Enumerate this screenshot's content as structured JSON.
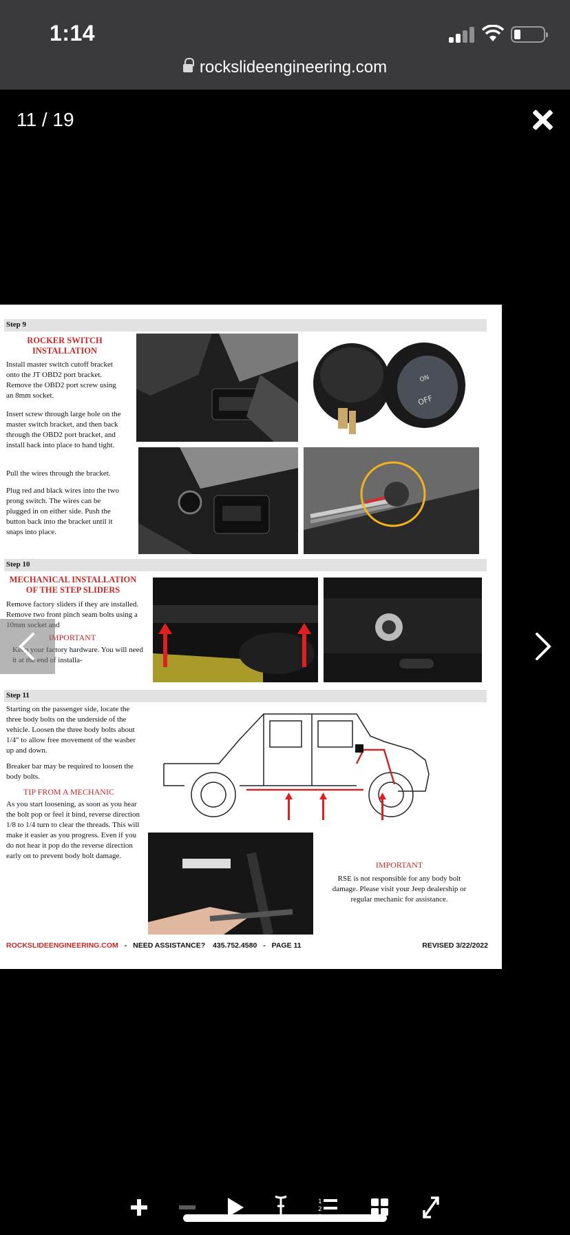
{
  "status_bar": {
    "time": "1:14",
    "url": "rockslideengineering.com"
  },
  "viewer": {
    "page_counter": "11 / 19"
  },
  "document": {
    "step9": {
      "header": "Step 9",
      "heading": "ROCKER SWITCH INSTALLATION",
      "p1": "Install master switch cutoff bracket onto the JT OBD2 port bracket. Remove the OBD2 port screw using an 8mm socket.",
      "p2": "Insert screw through large hole on the master switch bracket, and then back through the OBD2 port bracket, and install back into place to hand tight.",
      "p3": "Pull the wires through the bracket.",
      "p4": "Plug red and black wires into the two prong switch. The wires can be plugged in on either side. Push the button back into the bracket until it snaps into place.",
      "switch_on": "ON",
      "switch_off": "OFF"
    },
    "step10": {
      "header": "Step 10",
      "heading": "MECHANICAL INSTALLATION OF THE STEP SLIDERS",
      "p1": "Remove factory sliders if they are installed. Remove two front pinch seam bolts using a 10mm socket and",
      "important": "IMPORTANT",
      "p2": "Keep your factory hardware. You will need it at the end of installa-"
    },
    "step11": {
      "header": "Step 11",
      "p1": "Starting on the passenger side, locate the three body bolts on the underside of the vehicle. Loosen the three body bolts about 1/4\" to allow free movement of the washer up and down.",
      "p2": "Breaker bar may be required to loosen the body bolts.",
      "tip": "TIP FROM A MECHANIC",
      "p3": "As you start loosening, as soon as you hear the bolt pop or feel it bind, reverse direction 1/8 to 1/4 turn to clear the threads. This will make it easier as you progress. Even if you do not hear it pop do the reverse direction early on to prevent body bolt damage.",
      "important": "IMPORTANT",
      "important_text": "RSE is not responsible for any body bolt damage. Please visit your Jeep dealership or regular mechanic for assistance."
    },
    "footer": {
      "site": "ROCKSLIDEENGINEERING.COM",
      "sep": "-",
      "assist": "NEED ASSISTANCE?",
      "phone": "435.752.4580",
      "page": "PAGE 11",
      "revised": "REVISED 3/22/2022"
    }
  },
  "colors": {
    "status_bg": "#3a3a3c",
    "accent_red": "#c62828",
    "circle_yellow": "#f5b21b"
  },
  "icons": {
    "toolbar": [
      "zoom-in-icon",
      "zoom-out-icon",
      "play-icon",
      "text-cursor-icon",
      "numbered-list-icon",
      "grid-icon",
      "fullscreen-icon"
    ]
  }
}
